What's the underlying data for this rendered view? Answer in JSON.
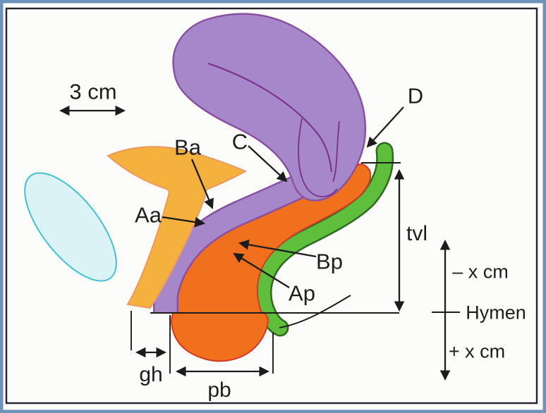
{
  "diagram": {
    "scale_bar": {
      "label": "3 cm"
    },
    "point_labels": {
      "aa": "Aa",
      "ba": "Ba",
      "c": "C",
      "d": "D",
      "bp": "Bp",
      "ap": "Ap"
    },
    "measure_labels": {
      "tvl": "tvl",
      "gh": "gh",
      "pb": "pb",
      "hymen": "Hymen",
      "above_hymen": "– x cm",
      "below_hymen": "+ x cm"
    },
    "colors": {
      "frame_blue": "#6e93bb",
      "inner_frame_stroke": "#23232e",
      "line_black": "#1c1c1c",
      "uterus_vagina_purple": "#a687ca",
      "purple_outline": "#8a4fa0",
      "band_orange": "#f0701e",
      "orange_outline": "#d03a26",
      "band_green": "#5fbe3c",
      "green_outline": "#2e6b1e",
      "pubis_yellow": "#f4b13e",
      "yellow_outline": "#eb9a62",
      "ellipse_blue_fill": "#dbf3f6",
      "ellipse_blue_outline": "#44c1cd",
      "background": "#fcfcfa"
    }
  }
}
